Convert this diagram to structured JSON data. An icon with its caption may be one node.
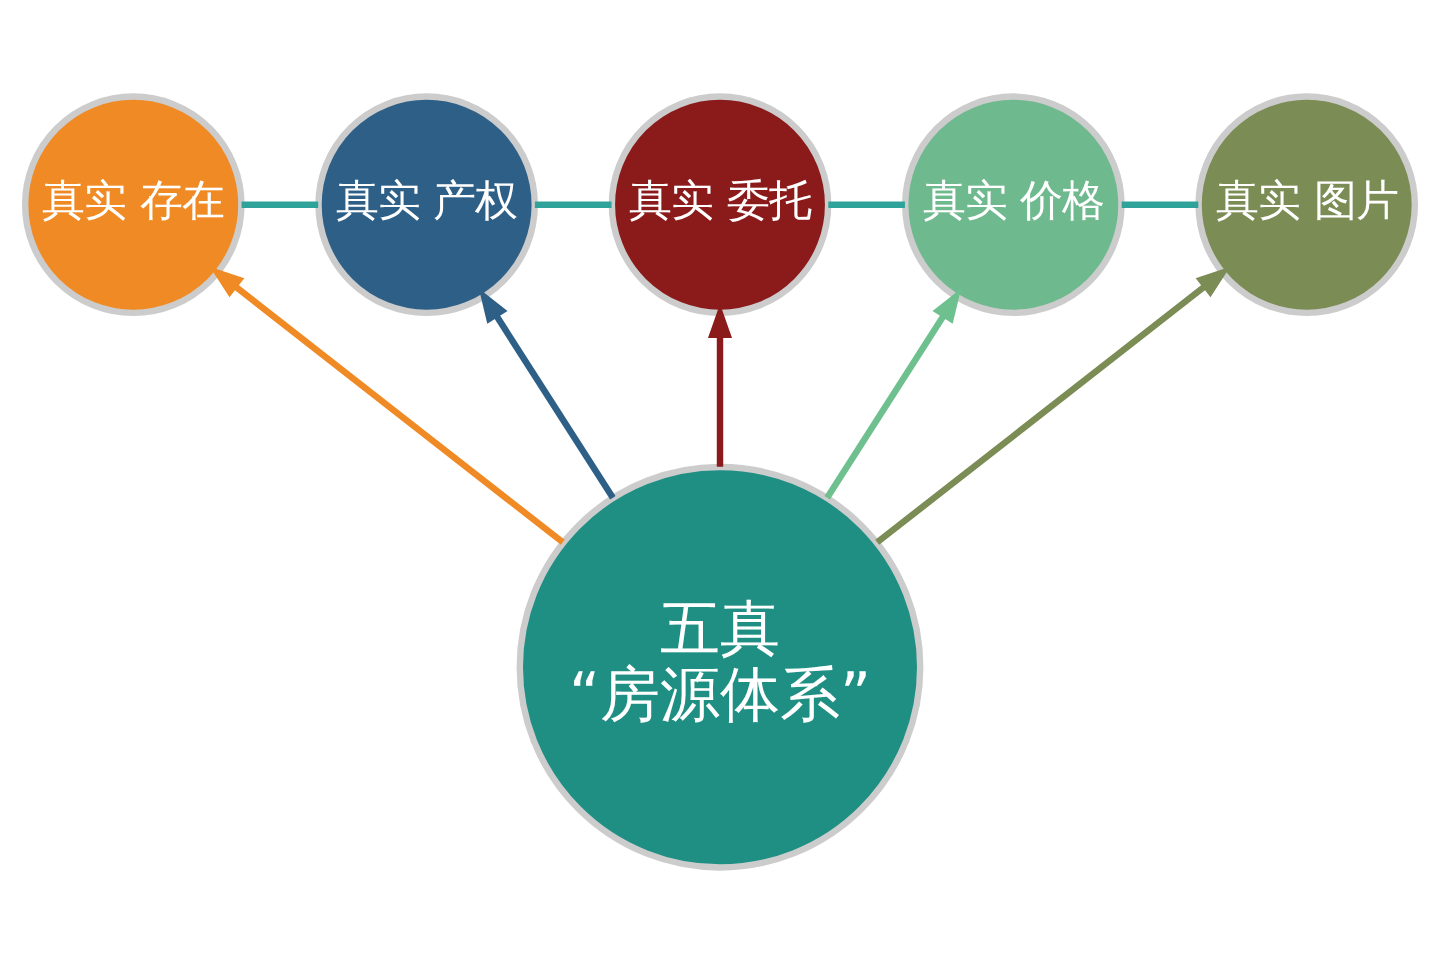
{
  "diagram": {
    "nodes": [
      {
        "text": [
          "五真",
          "“房源体系”"
        ]
      },
      {
        "text": [
          "真实 存在"
        ]
      },
      {
        "text": [
          "真实 产权"
        ]
      },
      {
        "text": [
          "真实 委托"
        ]
      },
      {
        "text": [
          "真实 价格"
        ]
      },
      {
        "text": [
          "真实 图片"
        ]
      }
    ],
    "edges": [
      {
        "from": 0,
        "to": 1,
        "arrow": "to",
        "color": "#f08a24"
      },
      {
        "from": 0,
        "to": 2,
        "arrow": "to",
        "color": "#2e5f86"
      },
      {
        "from": 0,
        "to": 3,
        "arrow": "to",
        "color": "#8b1a1a"
      },
      {
        "from": 0,
        "to": 4,
        "arrow": "to",
        "color": "#6fc08f"
      },
      {
        "from": 0,
        "to": 5,
        "arrow": "to",
        "color": "#7b8c55"
      },
      {
        "from": 1,
        "to": 2,
        "arrow": "none",
        "color": "#2fa39a"
      },
      {
        "from": 2,
        "to": 3,
        "arrow": "none",
        "color": "#2fa39a"
      },
      {
        "from": 3,
        "to": 4,
        "arrow": "none",
        "color": "#2fa39a"
      },
      {
        "from": 4,
        "to": 5,
        "arrow": "none",
        "color": "#2fa39a"
      }
    ]
  }
}
